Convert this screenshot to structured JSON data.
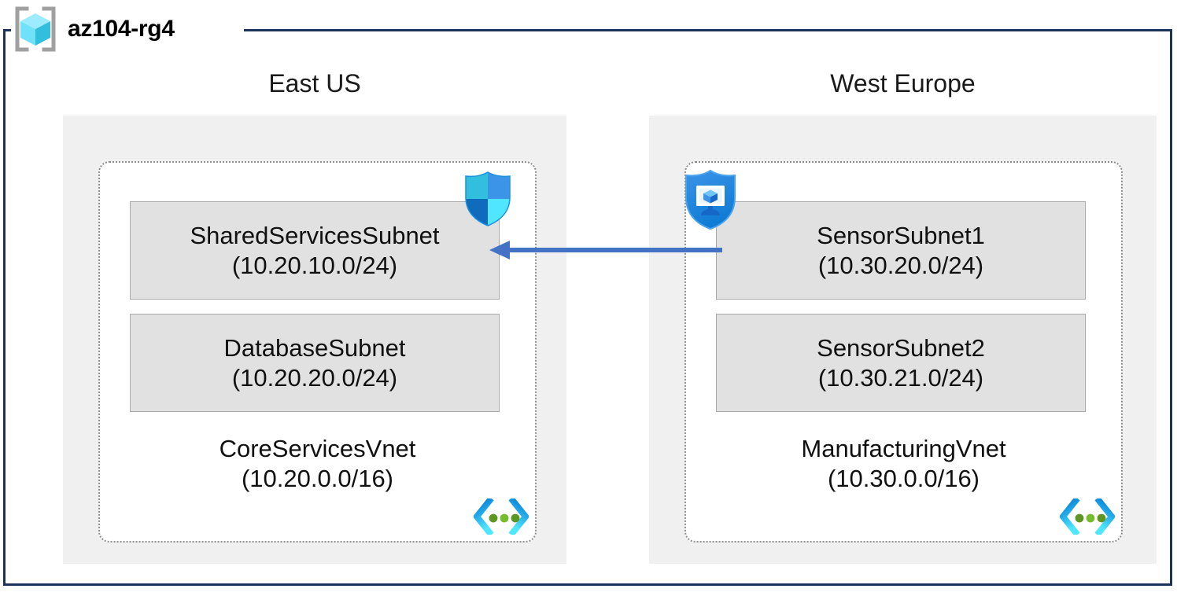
{
  "diagram": {
    "resource_group": {
      "name": "az104-rg4",
      "icon": "resource-group-cube-icon"
    },
    "frame_color": "#1B3358",
    "arrow": {
      "name": "vnet-peering-arrow",
      "direction": "left",
      "color": "#4472C4"
    },
    "regions": [
      {
        "label": "East US",
        "vnet": {
          "name": "CoreServicesVnet",
          "cidr": "(10.20.0.0/16)",
          "icon": "virtual-network-icon",
          "subnets": [
            {
              "name": "SharedServicesSubnet",
              "cidr": "(10.20.10.0/24)",
              "icon": "network-security-group-shield-icon"
            },
            {
              "name": "DatabaseSubnet",
              "cidr": "(10.20.20.0/24)",
              "icon": null
            }
          ]
        }
      },
      {
        "label": "West Europe",
        "vnet": {
          "name": "ManufacturingVnet",
          "cidr": "(10.30.0.0/16)",
          "icon": "virtual-network-icon",
          "subnets": [
            {
              "name": "SensorSubnet1",
              "cidr": "(10.30.20.0/24)",
              "icon": "bastion-shield-monitor-icon"
            },
            {
              "name": "SensorSubnet2",
              "cidr": "(10.30.21.0/24)",
              "icon": null
            }
          ]
        }
      }
    ],
    "colors": {
      "region_fill": "#F0F0F0",
      "subnet_fill": "#E1E1E1",
      "subnet_border": "#A9A9A9",
      "vnet_border": "#8C8C8C",
      "accent_blue": "#0078D4",
      "accent_cyan": "#32BEDD",
      "accent_green": "#5E9624"
    }
  }
}
